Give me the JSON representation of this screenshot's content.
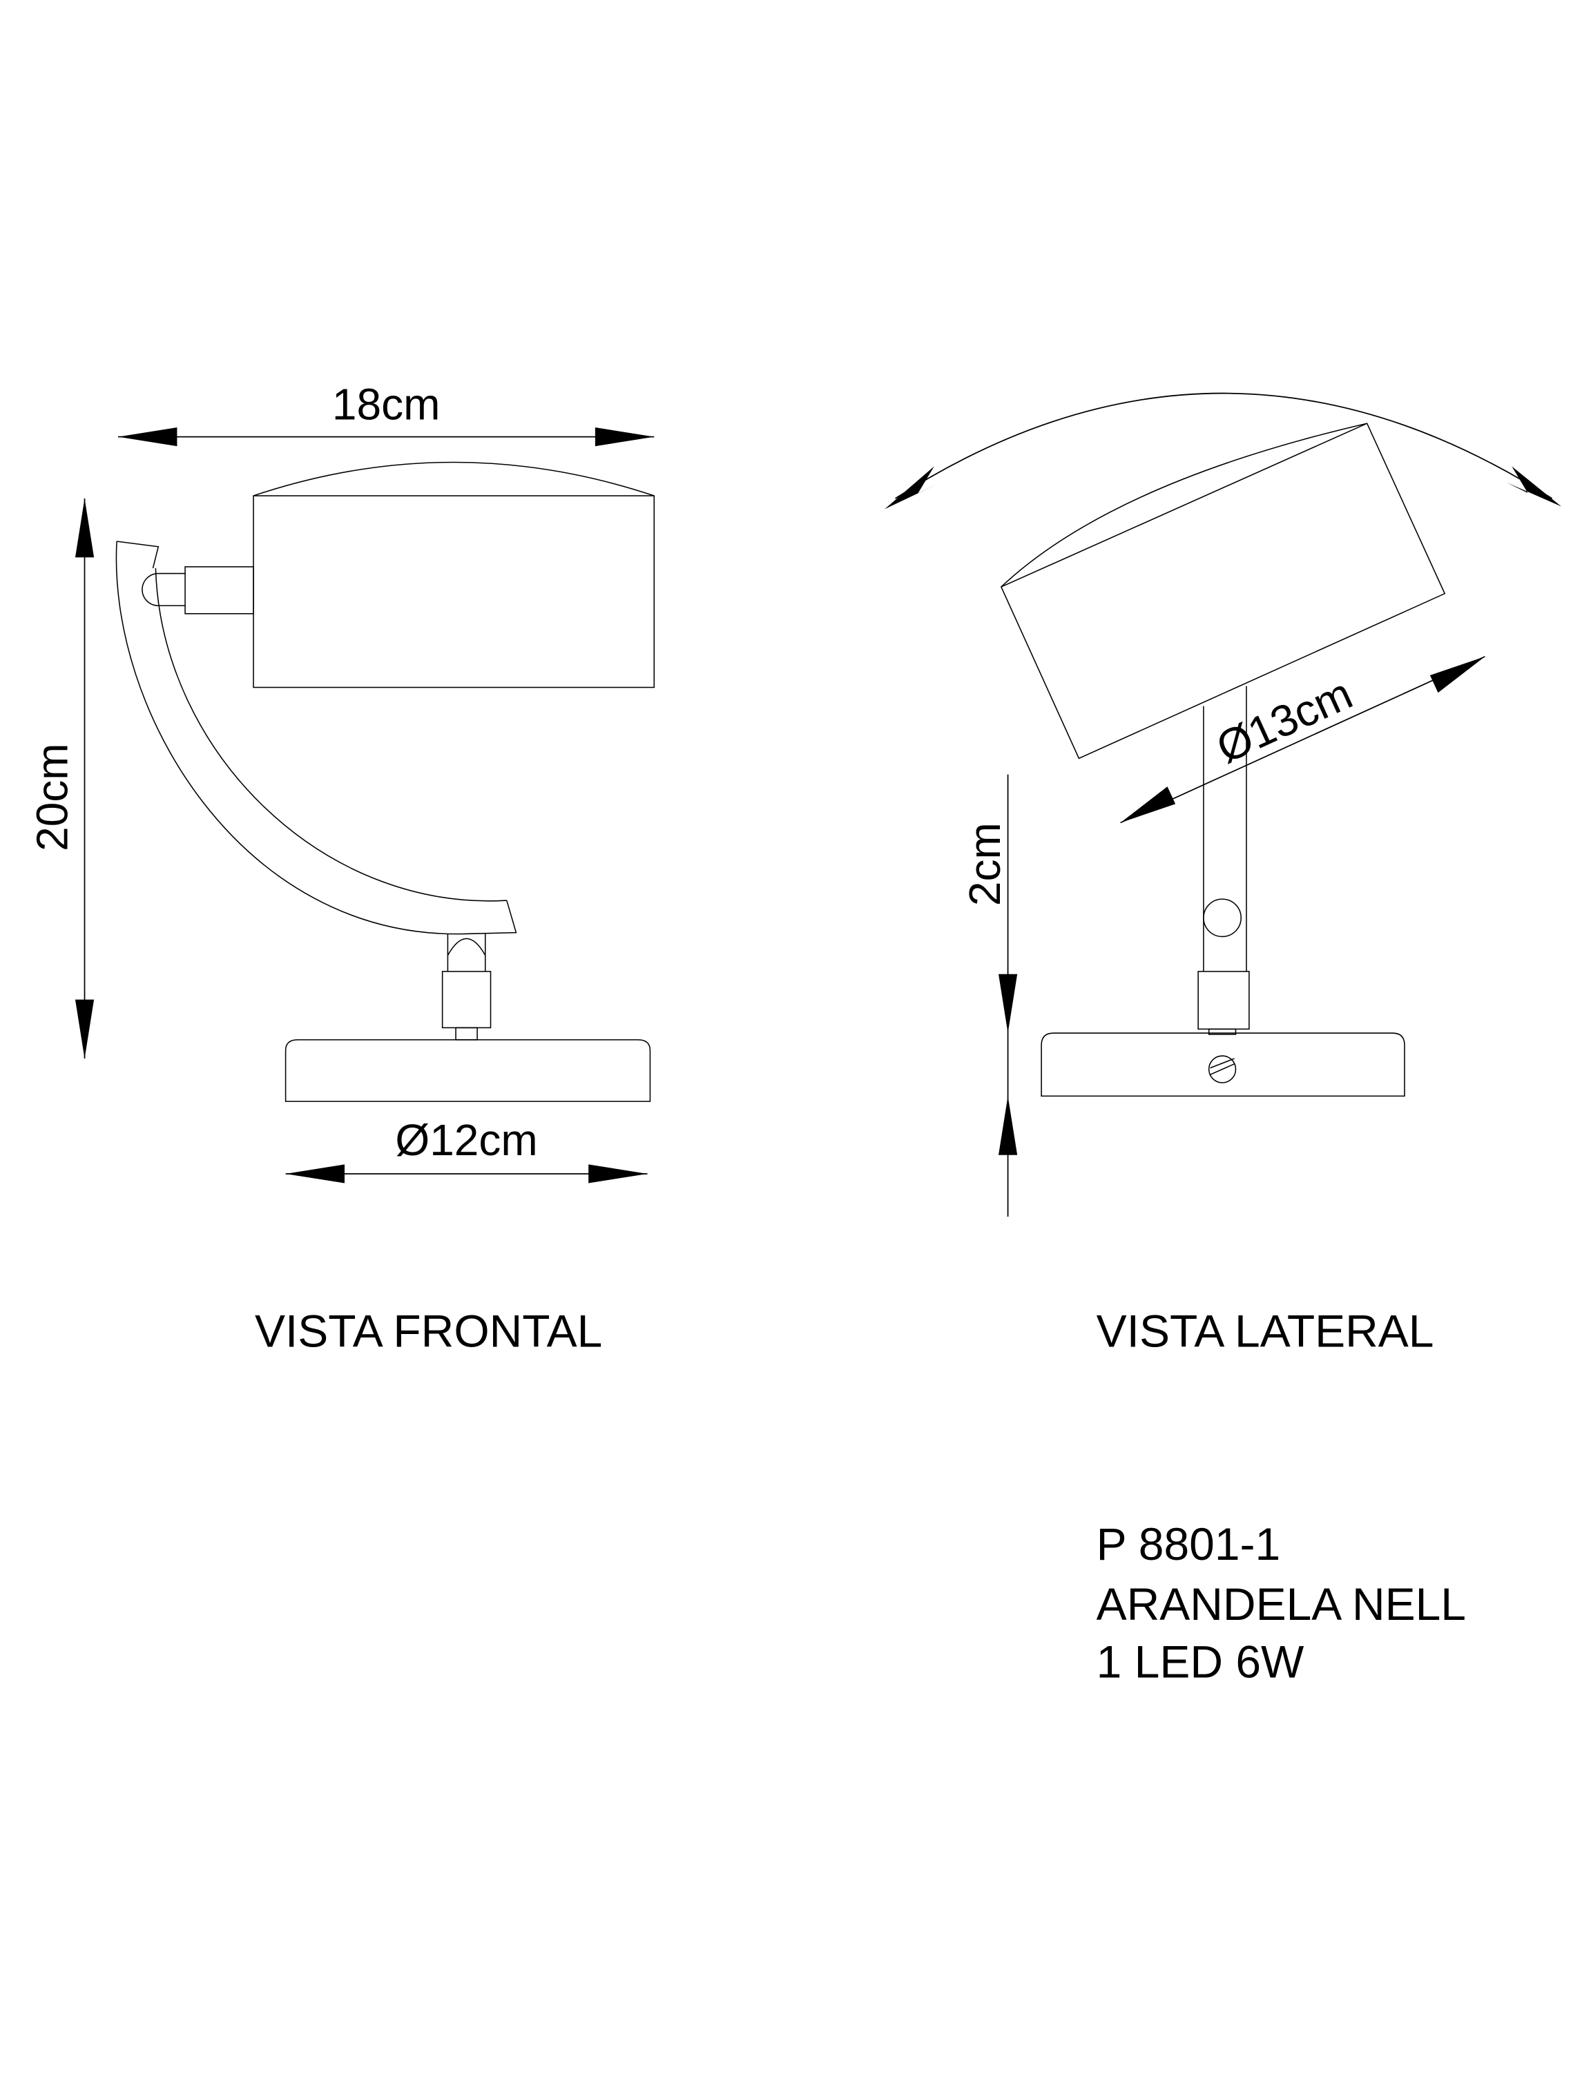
{
  "front_view": {
    "title": "VISTA FRONTAL",
    "width_dim": "18cm",
    "height_dim": "20cm",
    "base_dim": "Ø12cm"
  },
  "side_view": {
    "title": "VISTA LATERAL",
    "shade_dim": "Ø13cm",
    "base_dim": "2cm"
  },
  "product": {
    "code": "P 8801-1",
    "name": "ARANDELA NELL",
    "spec": "1 LED 6W"
  },
  "colors": {
    "line": "#000000",
    "background": "#ffffff"
  }
}
